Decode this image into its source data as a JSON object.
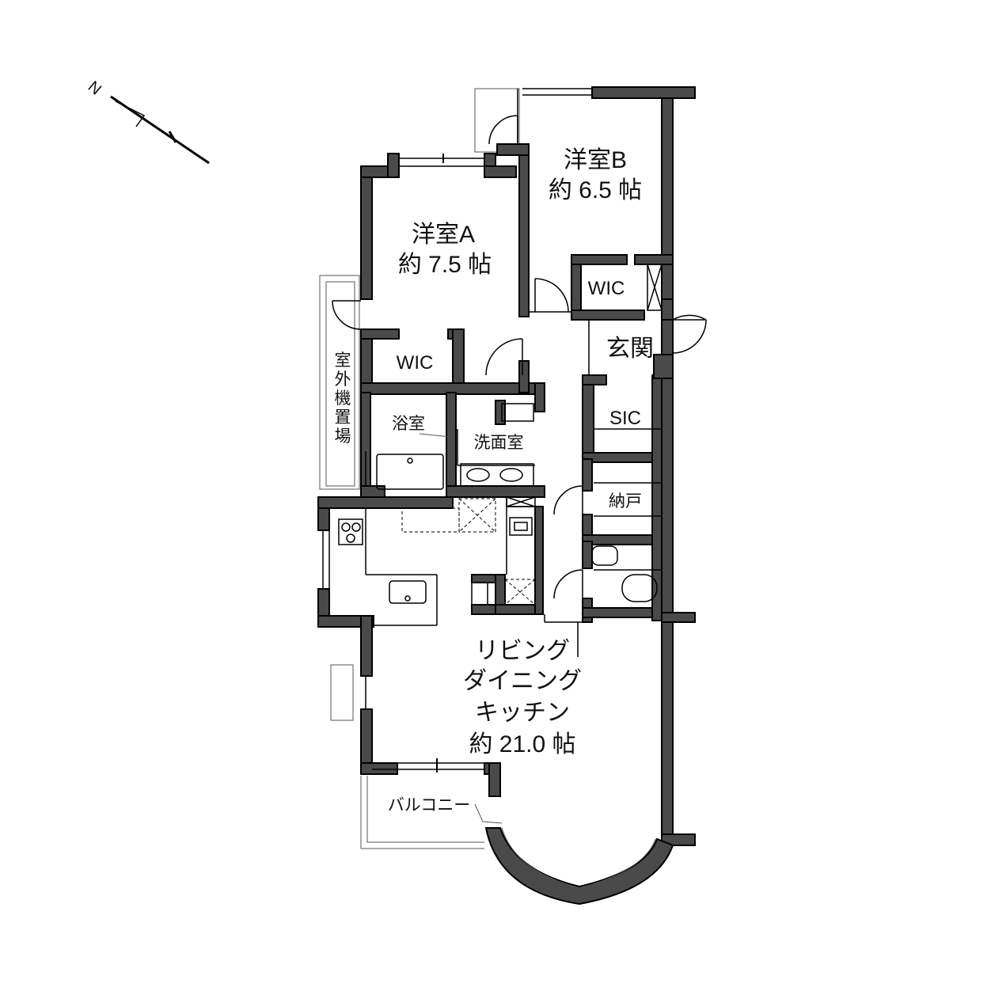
{
  "compass": {
    "label": "N",
    "icon": "north-arrow-icon"
  },
  "rooms": {
    "western_b": {
      "name": "洋室B",
      "size": "約 6.5 帖"
    },
    "western_a": {
      "name": "洋室A",
      "size": "約 7.5 帖"
    },
    "wic_b": "WIC",
    "wic_a": "WIC",
    "entrance": "玄関",
    "sic": "SIC",
    "storage": "納戸",
    "bath": "浴室",
    "washroom": "洗面室",
    "outdoor_unit": [
      "室",
      "外",
      "機",
      "置",
      "場"
    ],
    "ldk": {
      "line1": "リビング",
      "line2": "ダイニング",
      "line3": "キッチン",
      "size": "約 21.0 帖"
    },
    "balcony": "バルコニー"
  }
}
